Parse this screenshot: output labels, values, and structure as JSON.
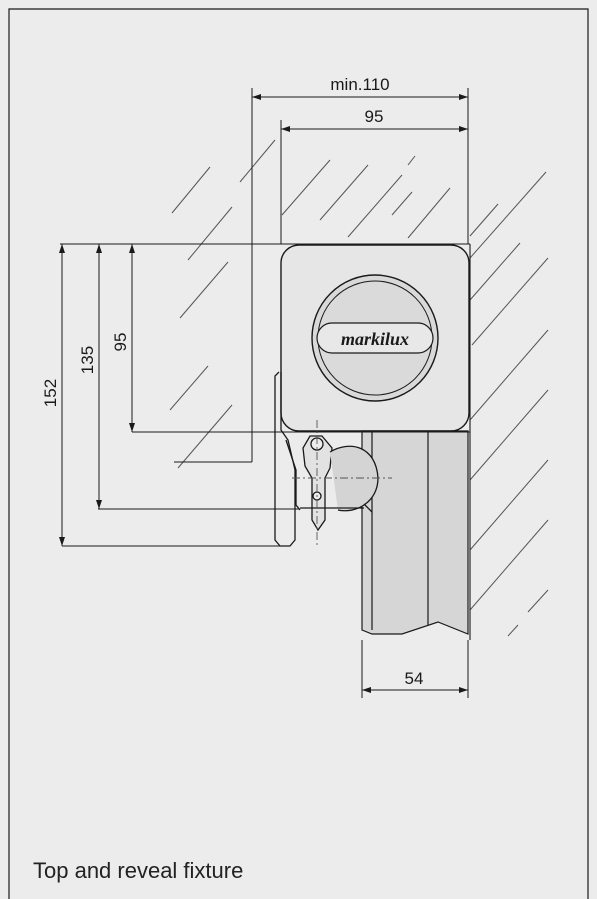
{
  "title": "Top and reveal fixture",
  "brand": "markilux",
  "dimensions": {
    "min_width": "min.110",
    "width_95": "95",
    "height_152": "152",
    "height_135": "135",
    "height_95": "95",
    "depth_54": "54"
  },
  "colors": {
    "background": "#ececec",
    "line": "#1a1a1a",
    "hatch": "#555555"
  }
}
